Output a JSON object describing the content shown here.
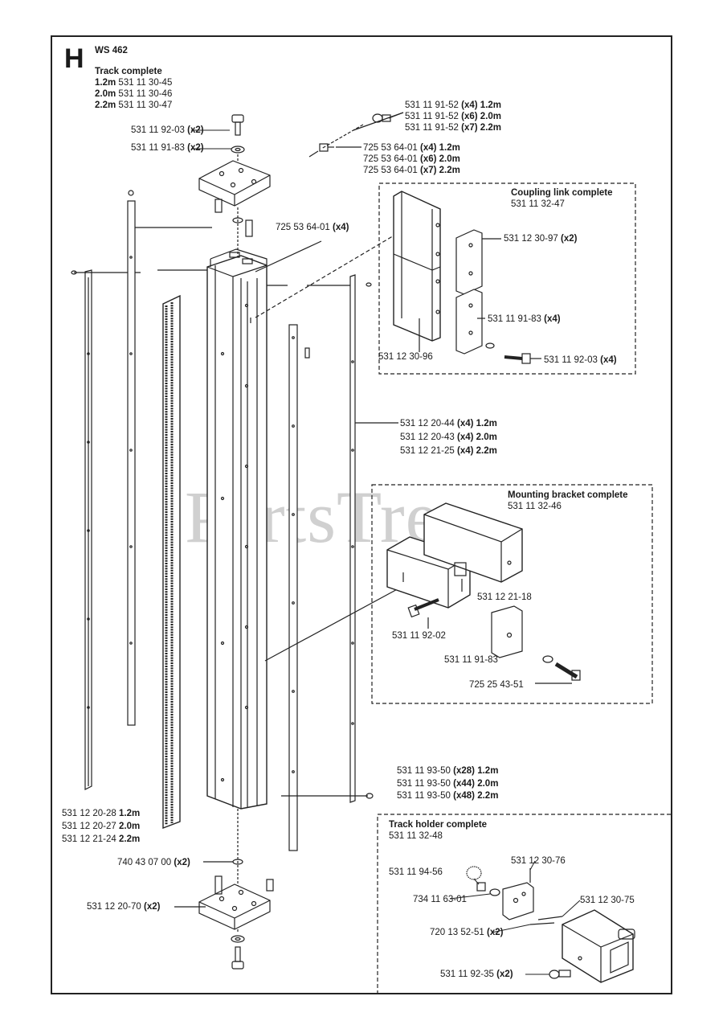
{
  "section": "H",
  "model": "WS 462",
  "track_complete": {
    "title": "Track complete",
    "lines": [
      {
        "size": "1.2m",
        "part": "531 11 30-45"
      },
      {
        "size": "2.0m",
        "part": "531 11 30-46"
      },
      {
        "size": "2.2m",
        "part": "531 11 30-47"
      }
    ]
  },
  "labels": {
    "top_bolt": "531 11 92-03",
    "top_bolt_qty": "(x2)",
    "top_washer": "531 11 91-83",
    "top_washer_qty": "(x2)",
    "screw_group_1": [
      {
        "part": "531 11 91-52",
        "qty": "(x4)",
        "size": "1.2m"
      },
      {
        "part": "531 11 91-52",
        "qty": "(x6)",
        "size": "2.0m"
      },
      {
        "part": "531 11 91-52",
        "qty": "(x7)",
        "size": "2.2m"
      }
    ],
    "screw_group_2": [
      {
        "part": "725 53 64-01",
        "qty": "(x4)",
        "size": "1.2m"
      },
      {
        "part": "725 53 64-01",
        "qty": "(x6)",
        "size": "2.0m"
      },
      {
        "part": "725 53 64-01",
        "qty": "(x7)",
        "size": "2.2m"
      }
    ],
    "mid_nut": "725 53 64-01",
    "mid_nut_qty": "(x4)",
    "rail_group": [
      {
        "part": "531 12 20-44",
        "qty": "(x4)",
        "size": "1.2m"
      },
      {
        "part": "531 12 20-43",
        "qty": "(x4)",
        "size": "2.0m"
      },
      {
        "part": "531 12 21-25",
        "qty": "(x4)",
        "size": "2.2m"
      }
    ],
    "rivet_group": [
      {
        "part": "531 11 93-50",
        "qty": "(x28)",
        "size": "1.2m"
      },
      {
        "part": "531 11 93-50",
        "qty": "(x44)",
        "size": "2.0m"
      },
      {
        "part": "531 11 93-50",
        "qty": "(x48)",
        "size": "2.2m"
      }
    ],
    "rack_group": [
      {
        "part": "531 12 20-28",
        "size": "1.2m"
      },
      {
        "part": "531 12 20-27",
        "size": "2.0m"
      },
      {
        "part": "531 12 21-24",
        "size": "2.2m"
      }
    ],
    "bottom_washer": "740 43 07 00",
    "bottom_washer_qty": "(x2)",
    "bottom_plate": "531 12 20-70",
    "bottom_plate_qty": "(x2)"
  },
  "coupling": {
    "title": "Coupling link complete",
    "part": "531 11 32-47",
    "plate": "531 12 30-97",
    "plate_qty": "(x2)",
    "washer": "531 11 91-83",
    "washer_qty": "(x4)",
    "bolt": "531 11 92-03",
    "bolt_qty": "(x4)",
    "link": "531 12 30-96"
  },
  "mounting": {
    "title": "Mounting bracket complete",
    "part": "531 11 32-46",
    "plate": "531 12 21-18",
    "bolt": "531 11 92-02",
    "washer": "531 11 91-83",
    "nut": "725 25 43-51"
  },
  "holder": {
    "title": "Track holder complete",
    "part": "531 11 32-48",
    "knob": "531 11 94-56",
    "bracket": "531 12 30-76",
    "washer": "734 11 63-01",
    "body": "531 12 30-75",
    "pin": "720 13 52-51",
    "pin_qty": "(x2)",
    "screw": "531 11 92-35",
    "screw_qty": "(x2)"
  },
  "watermark": "PartsTree"
}
